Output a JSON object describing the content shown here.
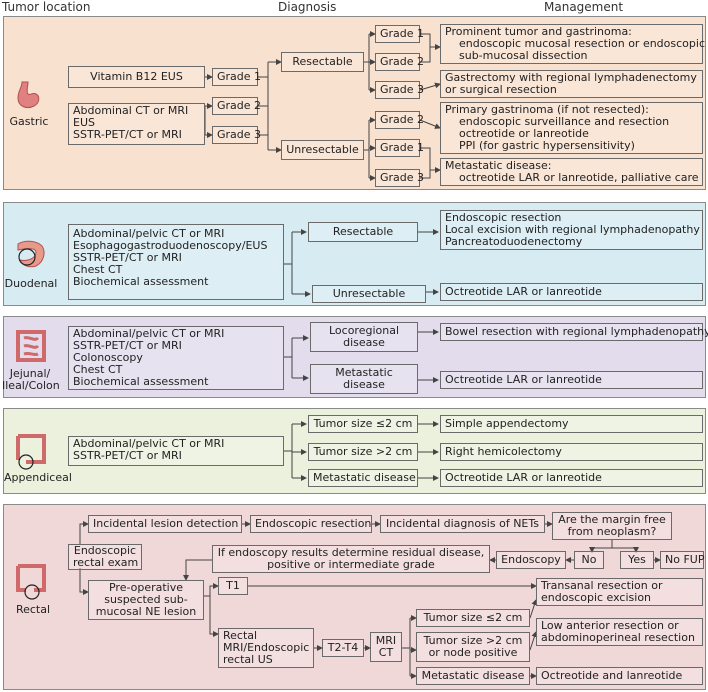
{
  "header": {
    "tumor_location": "Tumor location",
    "diagnosis": "Diagnosis",
    "management": "Management"
  },
  "colors": {
    "gastric": "#f9e1cf",
    "duodenal": "#d6ebf2",
    "jejunal": "#e2dcec",
    "appendiceal": "#ebf1dd",
    "rectal": "#f1d8d8",
    "organ": "#e07a7a"
  },
  "gastric": {
    "label": "Gastric",
    "diag1": "Vitamin B12 EUS",
    "diag2": [
      "Abdominal CT or MRI",
      "EUS",
      "SSTR-PET/CT or MRI"
    ],
    "grade1": "Grade 1",
    "grade2": "Grade 2",
    "grade3": "Grade 3",
    "resectable": "Resectable",
    "unresectable": "Unresectable",
    "r_grade1": "Grade 1",
    "r_grade2": "Grade 2",
    "r_grade3": "Grade 3",
    "u_grade2": "Grade 2",
    "u_grade1": "Grade 1",
    "u_grade3": "Grade 3",
    "m1": [
      "Prominent tumor and gastrinoma:",
      "endoscopic  mucosal  resection or endoscopic",
      "sub-mucosal dissection"
    ],
    "m2": [
      "Gastrectomy with regional lymphadenectomy",
      "or surgical resection"
    ],
    "m3": [
      "Primary gastrinoma (if not resected):",
      "endoscopic surveillance and resection",
      "octreotide or lanreotide",
      "PPI (for gastric hypersensitivity)"
    ],
    "m4": [
      "Metastatic disease:",
      "octreotide LAR or lanreotide, palliative care"
    ]
  },
  "duodenal": {
    "label": "Duodenal",
    "diag": [
      "Abdominal/pelvic CT or MRI",
      "Esophagogastroduodenoscopy/EUS",
      "SSTR-PET/CT or MRI",
      "Chest CT",
      "Biochemical assessment"
    ],
    "resectable": "Resectable",
    "unresectable": "Unresectable",
    "m1": [
      "Endoscopic resection",
      "Local excision with regional lymphadenopathy",
      "Pancreatoduodenectomy"
    ],
    "m2": "Octreotide LAR or lanreotide"
  },
  "jejunal": {
    "label": [
      "Jejunal/",
      "Ileal/Colon"
    ],
    "diag": [
      "Abdominal/pelvic CT or MRI",
      "SSTR-PET/CT or MRI",
      "Colonoscopy",
      "Chest CT",
      "Biochemical assessment"
    ],
    "locoregional": [
      "Locoregional",
      "disease"
    ],
    "metastatic": [
      "Metastatic",
      "disease"
    ],
    "m1": "Bowel resection with regional lymphadenopathy",
    "m2": "Octreotide LAR or lanreotide"
  },
  "appendiceal": {
    "label": "Appendiceal",
    "diag": [
      "Abdominal/pelvic CT or MRI",
      "SSTR-PET/CT or MRI"
    ],
    "size_small": "Tumor size ≤2 cm",
    "size_large": "Tumor size >2 cm",
    "metastatic": "Metastatic disease",
    "m1": "Simple appendectomy",
    "m2": "Right hemicolectomy",
    "m3": "Octreotide LAR or lanreotide"
  },
  "rectal": {
    "label": "Rectal",
    "incidental": "Incidental lesion detection",
    "endo_resection": "Endoscopic resection",
    "incidental_dx": "Incidental diagnosis of NETs",
    "margin": [
      "Are the margin free",
      "from neoplasm?"
    ],
    "exam": [
      "Endoscopic",
      "rectal exam"
    ],
    "residual": [
      "If endoscopy results determine residual disease,",
      "positive or intermediate grade"
    ],
    "endoscopy": "Endoscopy",
    "no": "No",
    "yes": "Yes",
    "no_fup": "No FUP",
    "preop": [
      "Pre-operative",
      "suspected sub-",
      "mucosal NE lesion"
    ],
    "t1": "T1",
    "mri_us": [
      "Rectal",
      "MRI/Endoscopic",
      "rectal US"
    ],
    "t2t4": "T2-T4",
    "mri_ct": [
      "MRI",
      "CT"
    ],
    "size_small": "Tumor size ≤2 cm",
    "size_large": [
      "Tumor size >2 cm",
      "or node positive"
    ],
    "metastatic": "Metastatic disease",
    "m1": [
      "Transanal resection or",
      "endoscopic excision"
    ],
    "m2": [
      "Low anterior resection or",
      "abdominoperineal resection"
    ],
    "m3": "Octreotide and lanreotide"
  }
}
